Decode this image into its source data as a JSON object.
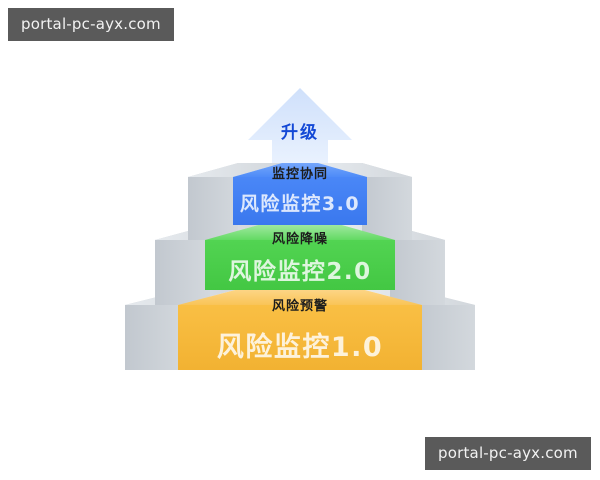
{
  "background_color": "#ffffff",
  "watermarks": [
    {
      "text": "portal-pc-ayx.com",
      "position": "top-left"
    },
    {
      "text": "portal-pc-ayx.com",
      "position": "bottom-right"
    }
  ],
  "arrow": {
    "label": "升级",
    "label_color": "#1449d6",
    "fill_top": "#cfe0fb",
    "fill_bottom": "#e8f0fd",
    "direction": "up"
  },
  "diagram": {
    "type": "3d-staircase-pyramid",
    "tier_count": 3,
    "side_block_color": "#c8cdd3",
    "side_block_top_color": "#dfe3e7",
    "tiers": [
      {
        "level": 3,
        "top_label": "监控协同",
        "front_label": "风险监控3.0",
        "color": "#4080f5",
        "top_face_color": "#5a93f7",
        "front_text_color": "rgba(255,255,255,0.82)",
        "top_text_color": "#1d1d1d"
      },
      {
        "level": 2,
        "top_label": "风险降噪",
        "front_label": "风险监控2.0",
        "color": "#4ad04a",
        "top_face_color": "#8ae08a",
        "front_text_color": "rgba(255,255,255,0.82)",
        "top_text_color": "#1d1d1d"
      },
      {
        "level": 1,
        "top_label": "风险预警",
        "front_label": "风险监控1.0",
        "color": "#f5b93c",
        "top_face_color": "#fbcf6e",
        "front_text_color": "rgba(255,255,255,0.82)",
        "top_text_color": "#1d1d1d"
      }
    ]
  }
}
